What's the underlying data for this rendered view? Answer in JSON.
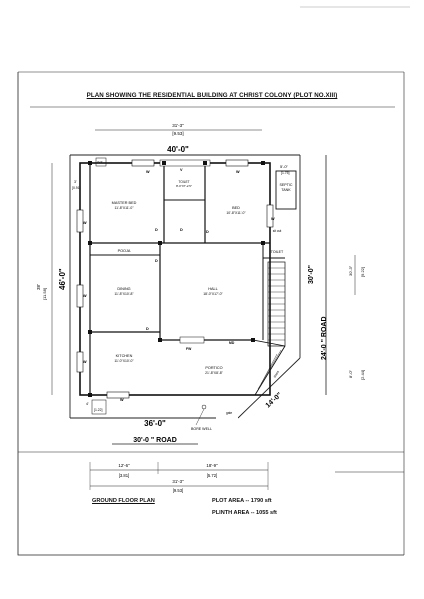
{
  "title": "PLAN SHOWING THE RESIDENTIAL BUILDING AT CHRIST COLONY  (PLOT NO.XIII)",
  "rooms": {
    "master_bed": {
      "name": "MASTER BED",
      "size": "11'-8\"X11'-0\""
    },
    "toilet_top": {
      "name": "TOILET",
      "size": "8'-0\"X7'-2.5\""
    },
    "bed": {
      "name": "BED",
      "size": "10'-8\"X11'-0\""
    },
    "septic": {
      "name_1": "SEPTIC",
      "name_2": "TANK"
    },
    "pooja": {
      "name": "POOJA"
    },
    "dining": {
      "name": "DINING",
      "size": "11'-8\"X10'-8\""
    },
    "hall": {
      "name": "HALL",
      "size": "18'-0\"X17'-0\""
    },
    "toilet_side": {
      "name": "TOILET"
    },
    "sit_out": {
      "name": "sit out"
    },
    "kitchen": {
      "name": "KITCHEN",
      "size": "11'-0\"X10'-0\""
    },
    "portico": {
      "name": "PORTICO",
      "size": "21'-8\"X8'-8\""
    }
  },
  "labels": {
    "door": "D",
    "window": "W",
    "ventilator": "V",
    "fw": "FW",
    "md": "MD",
    "gate": "gate",
    "bore_well": "BORE WELL",
    "steps": "steps"
  },
  "dims": {
    "top_overall": "31'-3\"",
    "top_overall_m": "[9.53]",
    "top_plot": "40'-0\"",
    "left_plot": "46'-0\"",
    "left_build": "38'",
    "left_build_m": "[11.58]",
    "left_small": "3'",
    "left_small_m": "[0.91]",
    "left_bottom": "4'",
    "left_bottom_m": "[1.22]",
    "septic_w": "5'-0\"",
    "septic_w_m": "[1.75]",
    "right_plot": "30'-0\"",
    "right_outer": "30'-3\"",
    "right_outer_m": "[9.22]",
    "right_lower": "8'-0\"",
    "right_lower_m": "[2.44]",
    "chamfer": "14'-0\"",
    "bottom_plot": "36'-0\"",
    "bottom_a": "12'-6\"",
    "bottom_a_m": "[3.81]",
    "bottom_b": "18'-9\"",
    "bottom_b_m": "[5.72]",
    "bottom_total": "31'-3\"",
    "bottom_total_m": "[9.53]",
    "small_door": "3'x3'"
  },
  "roads": {
    "bottom": "30'-0 \"  ROAD",
    "right": "24'-0 \"  ROAD"
  },
  "footer": {
    "plan_title": "GROUND  FLOOR PLAN",
    "plot_area": "PLOT AREA  --   1790 sft",
    "plinth_area": "PLINTH AREA  --  1055 sft"
  }
}
